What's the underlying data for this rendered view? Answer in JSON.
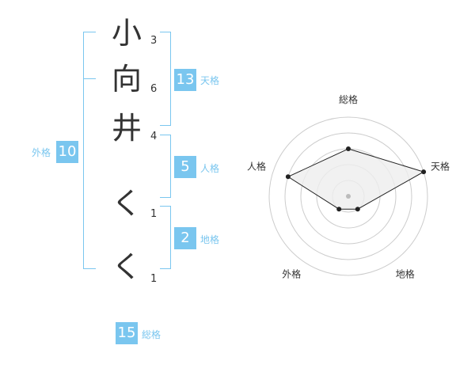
{
  "name": {
    "characters": [
      {
        "char": "小",
        "strokes": "3"
      },
      {
        "char": "向",
        "strokes": "6"
      },
      {
        "char": "井",
        "strokes": "4"
      },
      {
        "char": "く",
        "strokes": "1"
      },
      {
        "char": "く",
        "strokes": "1"
      }
    ]
  },
  "fortune": {
    "tenkaku": {
      "value": "13",
      "label": "天格"
    },
    "jinkaku": {
      "value": "5",
      "label": "人格"
    },
    "chikaku": {
      "value": "2",
      "label": "地格"
    },
    "gaikaku": {
      "value": "10",
      "label": "外格"
    },
    "soukaku": {
      "value": "15",
      "label": "総格"
    }
  },
  "colors": {
    "accent": "#7ac6ef",
    "text": "#333333",
    "radar_fill": "#eeeeee",
    "ring": "#cccccc"
  },
  "chart_data": {
    "type": "radar",
    "axes": [
      "総格",
      "天格",
      "地格",
      "外格",
      "人格"
    ],
    "values": [
      3,
      5,
      1,
      1,
      4
    ],
    "range": [
      0,
      5
    ]
  }
}
